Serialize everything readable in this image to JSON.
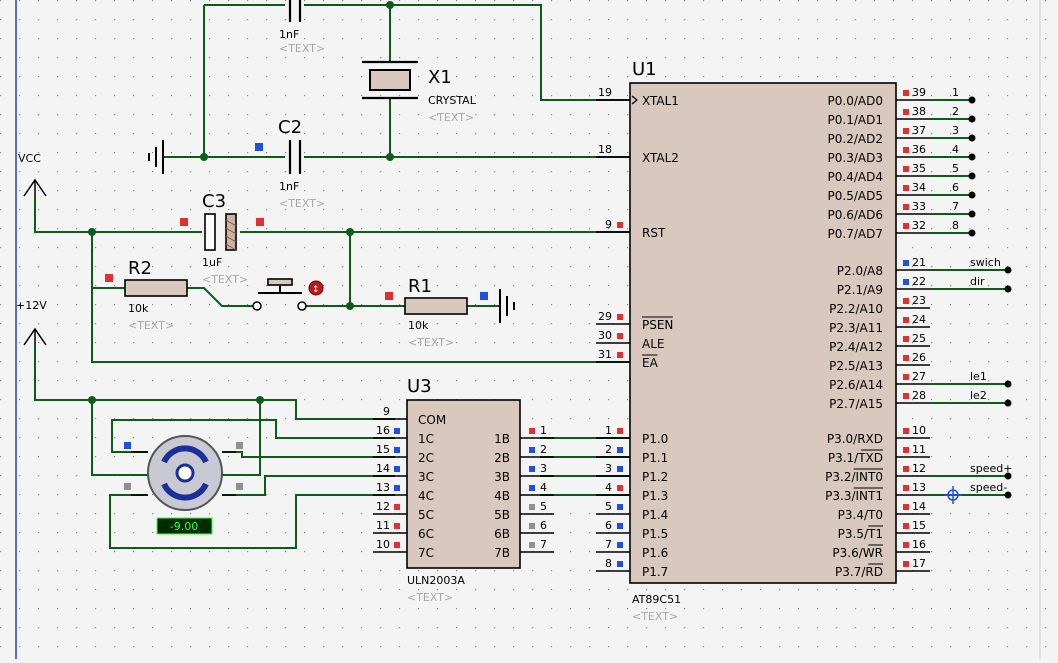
{
  "editor": {
    "colors": {
      "wire": "#0e5c1a",
      "body_fill": "#d9c8bd",
      "grid_dot": "#888888",
      "marker_red": "#e13030",
      "marker_blue": "#2050e0",
      "gray_marker": "#909090",
      "display_bg": "#002c00",
      "display_fg": "#39ff39"
    }
  },
  "placeholder_text": "<TEXT>",
  "power": {
    "vcc": "VCC",
    "v12": "+12V"
  },
  "c1": {
    "value": "1nF"
  },
  "c2": {
    "ref": "C2",
    "value": "1nF"
  },
  "c3": {
    "ref": "C3",
    "value": "1uF"
  },
  "x1": {
    "ref": "X1",
    "value": "CRYSTAL"
  },
  "r1": {
    "ref": "R1",
    "value": "10k"
  },
  "r2": {
    "ref": "R2",
    "value": "10k"
  },
  "motor": {
    "icon": "motor-icon",
    "reading": "-9.00"
  },
  "u1": {
    "ref": "U1",
    "part": "AT89C51",
    "left_pins": [
      {
        "num": "19",
        "name": "XTAL1"
      },
      {
        "num": "18",
        "name": "XTAL2"
      },
      {
        "num": "9",
        "name": "RST"
      },
      {
        "num": "29",
        "name": "PSEN"
      },
      {
        "num": "30",
        "name": "ALE"
      },
      {
        "num": "31",
        "name": "EA"
      },
      {
        "num": "1",
        "name": "P1.0"
      },
      {
        "num": "2",
        "name": "P1.1"
      },
      {
        "num": "3",
        "name": "P1.2"
      },
      {
        "num": "4",
        "name": "P1.3"
      },
      {
        "num": "5",
        "name": "P1.4"
      },
      {
        "num": "6",
        "name": "P1.5"
      },
      {
        "num": "7",
        "name": "P1.6"
      },
      {
        "num": "8",
        "name": "P1.7"
      }
    ],
    "right_pins": [
      {
        "num": "39",
        "name": "P0.0/AD0",
        "net": "1"
      },
      {
        "num": "38",
        "name": "P0.1/AD1",
        "net": "2"
      },
      {
        "num": "37",
        "name": "P0.2/AD2",
        "net": "3"
      },
      {
        "num": "36",
        "name": "P0.3/AD3",
        "net": "4"
      },
      {
        "num": "35",
        "name": "P0.4/AD4",
        "net": "5"
      },
      {
        "num": "34",
        "name": "P0.5/AD5",
        "net": "6"
      },
      {
        "num": "33",
        "name": "P0.6/AD6",
        "net": "7"
      },
      {
        "num": "32",
        "name": "P0.7/AD7",
        "net": "8"
      },
      {
        "num": "21",
        "name": "P2.0/A8",
        "net": "swich"
      },
      {
        "num": "22",
        "name": "P2.1/A9",
        "net": "dir"
      },
      {
        "num": "23",
        "name": "P2.2/A10",
        "net": ""
      },
      {
        "num": "24",
        "name": "P2.3/A11",
        "net": ""
      },
      {
        "num": "25",
        "name": "P2.4/A12",
        "net": ""
      },
      {
        "num": "26",
        "name": "P2.5/A13",
        "net": ""
      },
      {
        "num": "27",
        "name": "P2.6/A14",
        "net": "le1"
      },
      {
        "num": "28",
        "name": "P2.7/A15",
        "net": "le2"
      },
      {
        "num": "10",
        "name": "P3.0/RXD",
        "net": ""
      },
      {
        "num": "11",
        "name": "P3.1/TXD",
        "net": ""
      },
      {
        "num": "12",
        "name": "P3.2/INT0",
        "net": "speed+"
      },
      {
        "num": "13",
        "name": "P3.3/INT1",
        "net": "speed-"
      },
      {
        "num": "14",
        "name": "P3.4/T0",
        "net": ""
      },
      {
        "num": "15",
        "name": "P3.5/T1",
        "net": ""
      },
      {
        "num": "16",
        "name": "P3.6/WR",
        "net": ""
      },
      {
        "num": "17",
        "name": "P3.7/RD",
        "net": ""
      }
    ]
  },
  "u3": {
    "ref": "U3",
    "part": "ULN2003A",
    "com": {
      "num": "9",
      "name": "COM"
    },
    "inputs": [
      {
        "num": "1",
        "name": "1B"
      },
      {
        "num": "2",
        "name": "2B"
      },
      {
        "num": "3",
        "name": "3B"
      },
      {
        "num": "4",
        "name": "4B"
      },
      {
        "num": "5",
        "name": "5B"
      },
      {
        "num": "6",
        "name": "6B"
      },
      {
        "num": "7",
        "name": "7B"
      }
    ],
    "outputs": [
      {
        "num": "16",
        "name": "1C"
      },
      {
        "num": "15",
        "name": "2C"
      },
      {
        "num": "14",
        "name": "3C"
      },
      {
        "num": "13",
        "name": "4C"
      },
      {
        "num": "12",
        "name": "5C"
      },
      {
        "num": "11",
        "name": "6C"
      },
      {
        "num": "10",
        "name": "7C"
      }
    ]
  }
}
